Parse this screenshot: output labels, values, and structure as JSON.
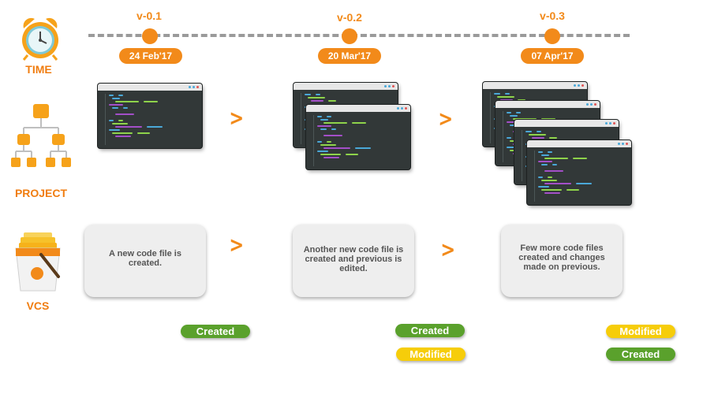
{
  "labels": {
    "time": "TIME",
    "project": "PROJECT",
    "vcs": "VCS"
  },
  "versions": [
    {
      "version": "v-0.1",
      "date": "24 Feb'17"
    },
    {
      "version": "v-0.2",
      "date": "20 Mar'17"
    },
    {
      "version": "v-0.3",
      "date": "07 Apr'17"
    }
  ],
  "arrow_glyph": ">",
  "descriptions": [
    "A new code file is created.",
    "Another new code file is created and previous is edited.",
    "Few more code files created and changes made on previous."
  ],
  "badges": {
    "stage1": [
      "Created"
    ],
    "stage2": [
      "Created",
      "Modified"
    ],
    "stage3": [
      "Modified",
      "Created"
    ]
  },
  "colors": {
    "accent": "#f28a1a",
    "created": "#5aa12c",
    "modified": "#f6cd0a",
    "window": "#323838",
    "timeline": "#9a9a9a"
  },
  "icons": [
    "alarm-clock-icon",
    "hierarchy-icon",
    "code-window-icon",
    "vcs-box-icon"
  ]
}
